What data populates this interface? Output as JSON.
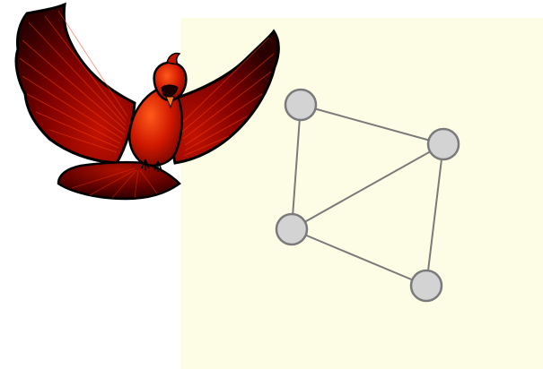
{
  "canvas": {
    "background_color": "#fdfde6"
  },
  "graph": {
    "node_fill": "#d3d3d3",
    "node_stroke": "#7a7a7a",
    "edge_color": "#7a7a7a",
    "nodes": [
      {
        "id": "node-1",
        "label": ""
      },
      {
        "id": "node-2",
        "label": ""
      },
      {
        "id": "node-3",
        "label": ""
      },
      {
        "id": "node-4",
        "label": ""
      }
    ],
    "edges": [
      {
        "from": "node-1",
        "to": "node-2"
      },
      {
        "from": "node-1",
        "to": "node-3"
      },
      {
        "from": "node-2",
        "to": "node-3"
      },
      {
        "from": "node-2",
        "to": "node-4"
      },
      {
        "from": "node-3",
        "to": "node-4"
      }
    ]
  },
  "decoration": {
    "icon": "cardinal-bird-icon",
    "body_color": "#cc1a00",
    "wing_color": "#8a0000",
    "outline_color": "#000000"
  }
}
